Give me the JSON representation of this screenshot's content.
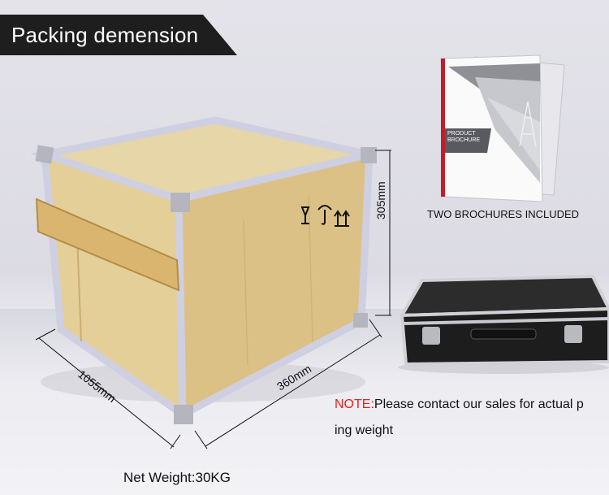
{
  "banner": {
    "title": "Packing demension"
  },
  "brochure": {
    "cover_line1": "PRODUCT",
    "cover_line2": "BROCHURE",
    "caption": "TWO BROCHURES INCLUDED"
  },
  "dimensions": {
    "height": "305mm",
    "depth": "360mm",
    "length": "1055mm"
  },
  "note": {
    "prefix": "NOTE:",
    "text": "Please contact our sales for actual p",
    "text_line2": "ing weight"
  },
  "weight": {
    "label": "Net Weight:30KG"
  },
  "colors": {
    "banner_bg": "#1e1e1e",
    "note_red": "#e8211a"
  }
}
